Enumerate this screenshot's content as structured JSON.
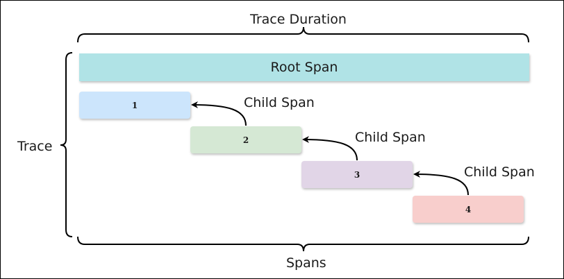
{
  "labels": {
    "trace_duration": "Trace Duration",
    "trace": "Trace",
    "spans": "Spans"
  },
  "root_span": {
    "label": "Root Span",
    "color": "#b0e3e6"
  },
  "spans": [
    {
      "label": "1",
      "color": "#cce5fc"
    },
    {
      "label": "2",
      "color": "#d5e8d4"
    },
    {
      "label": "3",
      "color": "#e1d5e7"
    },
    {
      "label": "4",
      "color": "#f8cecc"
    }
  ],
  "child_labels": [
    "Child Span",
    "Child Span",
    "Child Span"
  ]
}
